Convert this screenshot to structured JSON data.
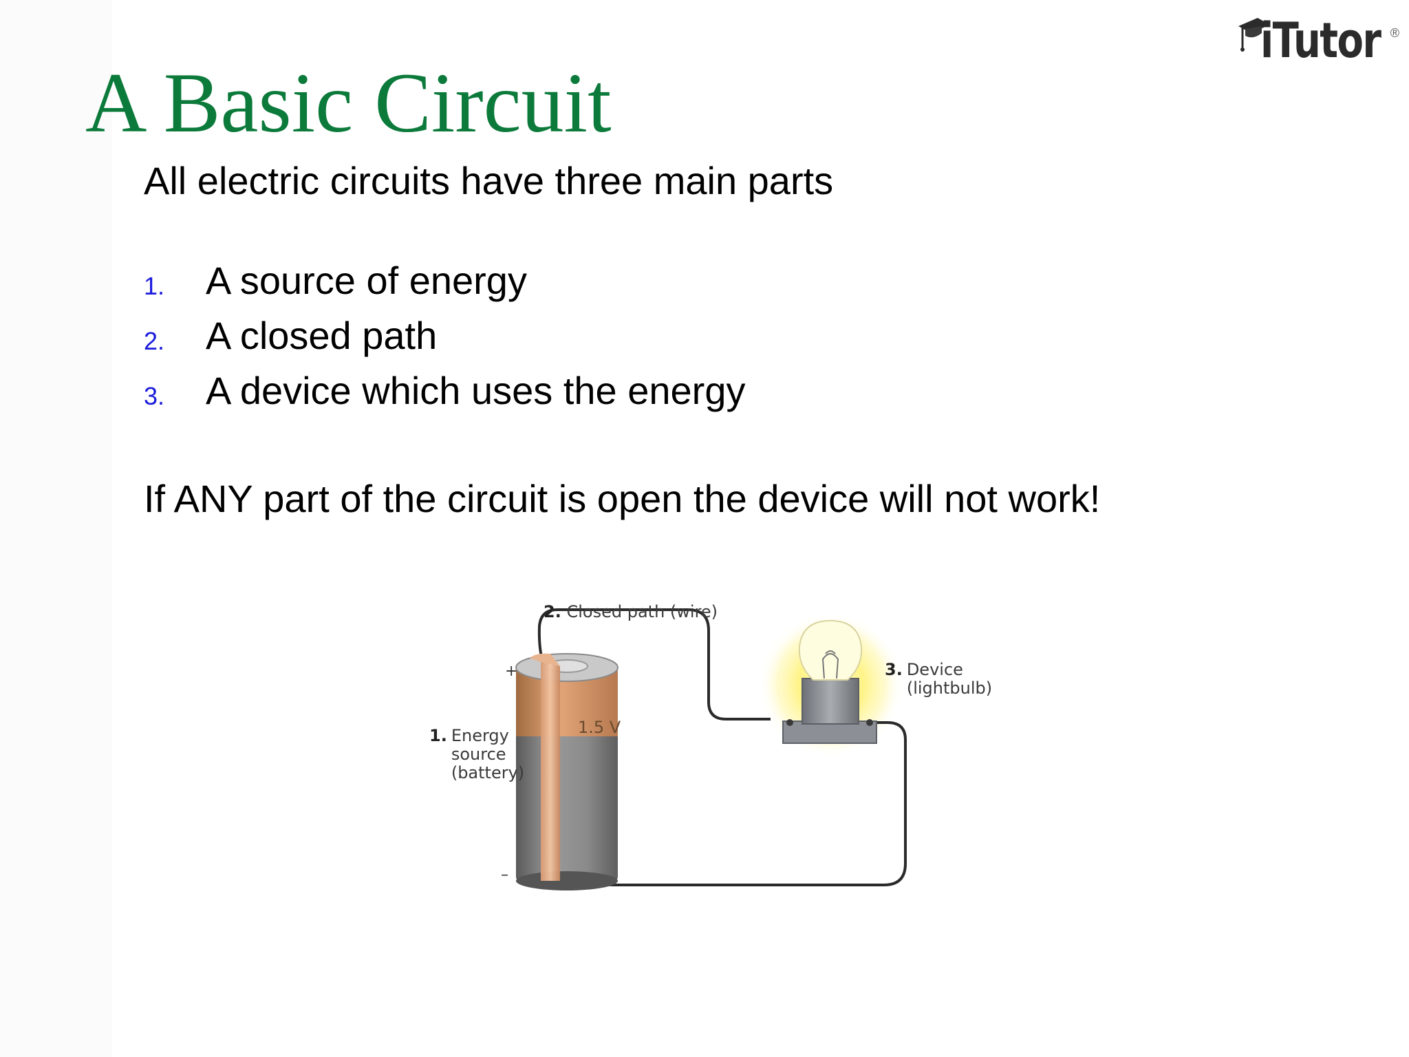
{
  "logo": {
    "text": "iTutor",
    "reg_mark": "®"
  },
  "title": "A Basic Circuit",
  "intro": "All electric circuits have three main parts",
  "parts": [
    {
      "num": "1.",
      "text": "A source of energy"
    },
    {
      "num": "2.",
      "text": "A closed path"
    },
    {
      "num": "3.",
      "text": "A device which uses the energy"
    }
  ],
  "warning": "If ANY part of the circuit is open the device will not work!",
  "diagram": {
    "wire_label_num": "2.",
    "wire_label": "Closed path (wire)",
    "battery_label_num": "1.",
    "battery_label_lines": [
      "Energy",
      "source",
      "(battery)"
    ],
    "device_label_num": "3.",
    "device_label_lines": [
      "Device",
      "(lightbulb)"
    ],
    "battery_voltage": "1.5 V",
    "plus_sign": "+",
    "minus_sign": "–"
  },
  "colors": {
    "title": "#0b7a3a",
    "list_numbers": "#1a1adc",
    "text": "#000000"
  }
}
